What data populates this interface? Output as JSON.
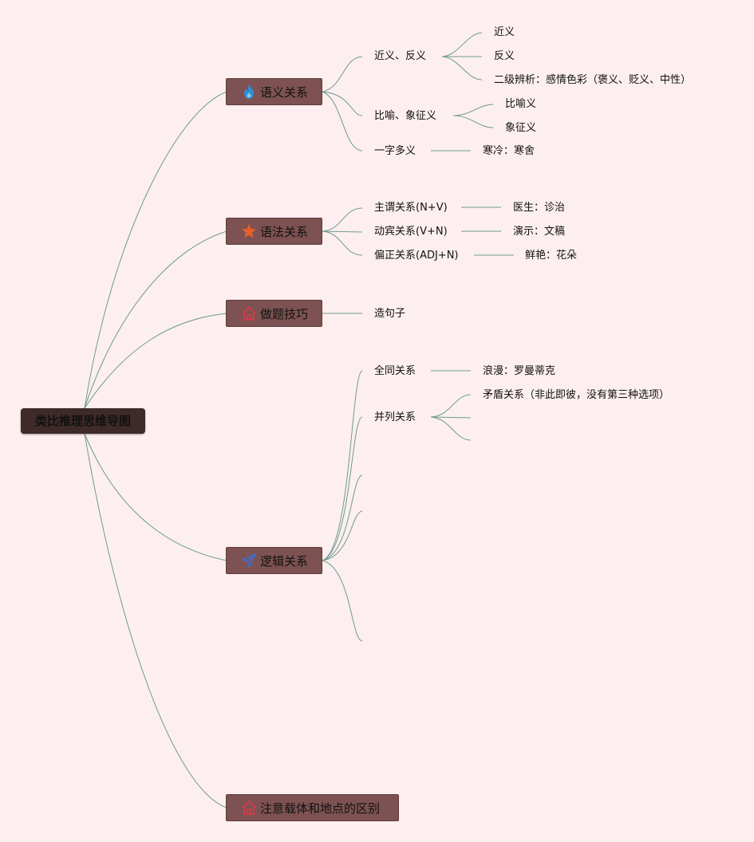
{
  "root": {
    "label": "类比推理思维导图"
  },
  "branches": [
    {
      "label": "语义关系",
      "icon": "fire-icon",
      "children": [
        {
          "label": "近义、反义",
          "children": [
            "近义",
            "反义",
            "二级辨析：感情色彩（褒义、贬义、中性）"
          ]
        },
        {
          "label": "比喻、象征义",
          "children": [
            "比喻义",
            "象征义"
          ]
        },
        {
          "label": "一字多义",
          "children": [
            "寒冷：寒舍"
          ]
        }
      ]
    },
    {
      "label": "语法关系",
      "icon": "star-icon",
      "children": [
        {
          "label": "主谓关系(N+V)",
          "children": [
            "医生：诊治"
          ]
        },
        {
          "label": "动宾关系(V+N)",
          "children": [
            "演示：文稿"
          ]
        },
        {
          "label": "偏正关系(ADJ+N)",
          "children": [
            "鲜艳：花朵"
          ]
        }
      ]
    },
    {
      "label": "做题技巧",
      "icon": "house-icon",
      "children": [
        {
          "label": "造句子",
          "children": []
        }
      ]
    },
    {
      "label": "逻辑关系",
      "icon": "paper-plane-icon",
      "children": [
        {
          "label": "全同关系",
          "children": [
            "浪漫：罗曼蒂克"
          ]
        },
        {
          "label": "并列关系",
          "children": [
            "矛盾关系（非此即彼，没有第三种选项）",
            "",
            ""
          ]
        },
        {
          "label": "",
          "children": []
        },
        {
          "label": "",
          "children": []
        },
        {
          "label": "",
          "children": []
        }
      ]
    },
    {
      "label": "注意载体和地点的区别",
      "icon": "house-icon",
      "children": []
    }
  ],
  "colors": {
    "background": "#fdefef",
    "root_fill": "#3f2a2a",
    "branch_fill": "#7e5252",
    "connector": "#6e9b8c",
    "fire_icon": "#2f8fd8",
    "star_icon": "#e8602c",
    "house_icon": "#d63a4a",
    "plane_icon": "#3b6fd6"
  }
}
